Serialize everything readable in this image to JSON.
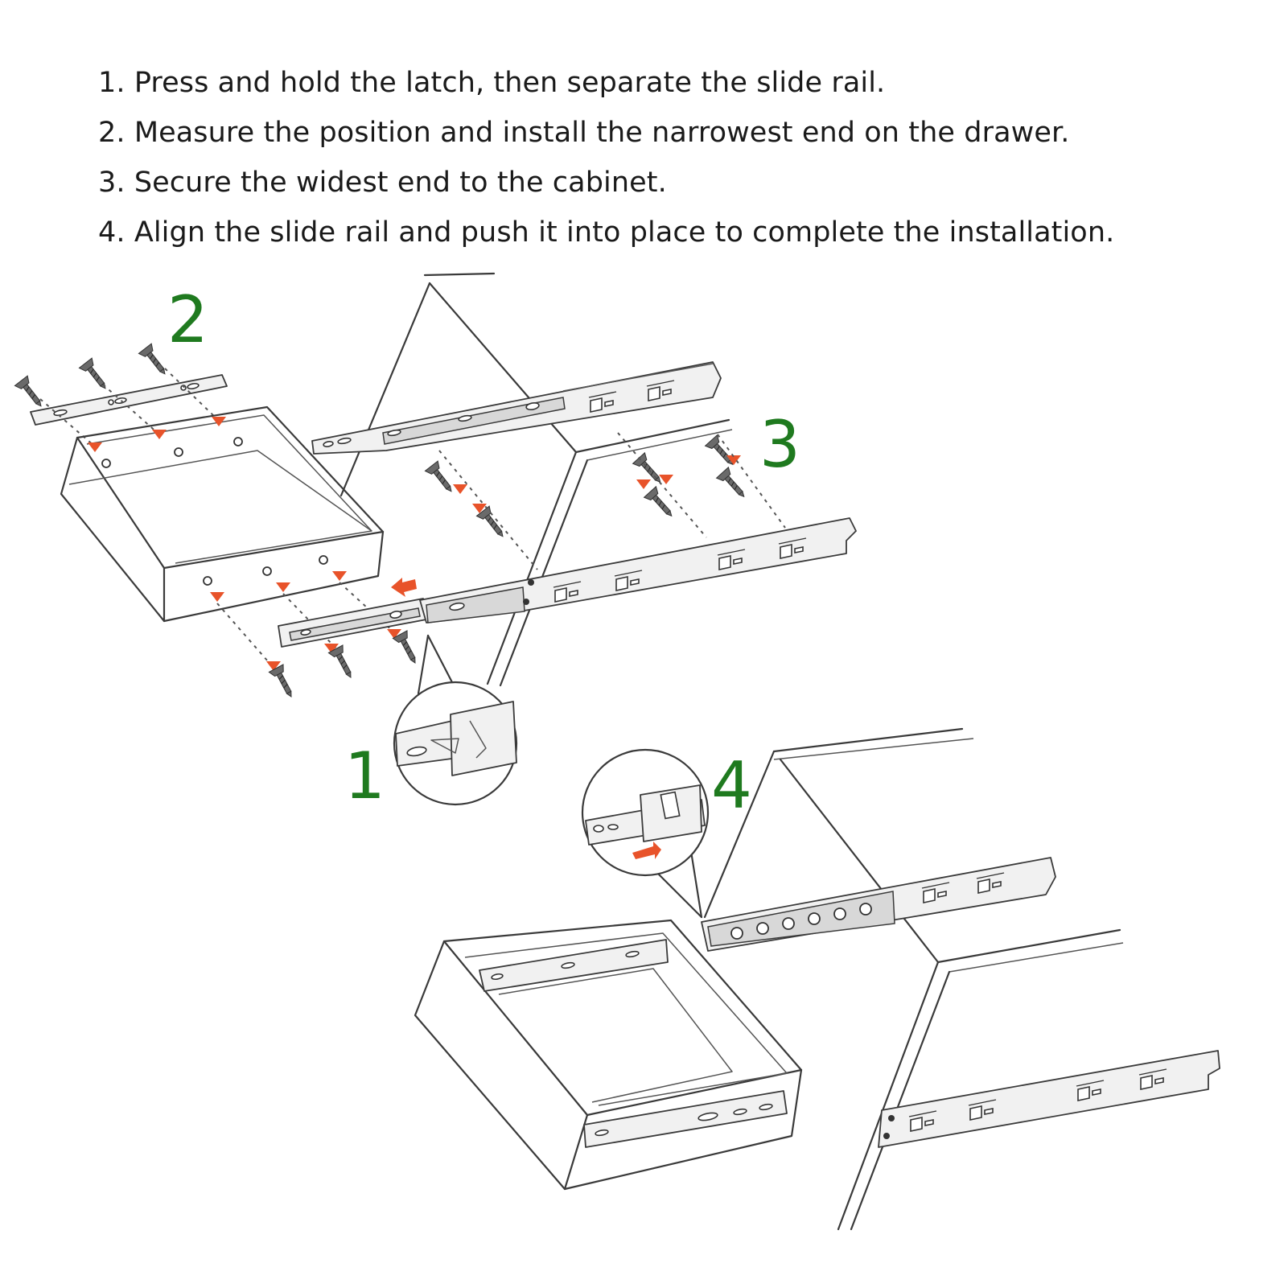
{
  "instructions": [
    "1. Press and hold the latch, then separate the slide rail.",
    "2. Measure the position and install the narrowest end on the drawer.",
    "3. Secure the widest end to the cabinet.",
    "4. Align the slide rail and push it into place to complete the installation."
  ],
  "step_labels": {
    "step1": "1",
    "step2": "2",
    "step3": "3",
    "step4": "4"
  },
  "colors": {
    "step_number": "#1f7a1f",
    "arrow_accent": "#e8532a",
    "line": "#3a3a3a",
    "text": "#1a1a1a"
  },
  "icons": {
    "direction_arrow": "arrow-icon",
    "screw": "screw-icon"
  }
}
